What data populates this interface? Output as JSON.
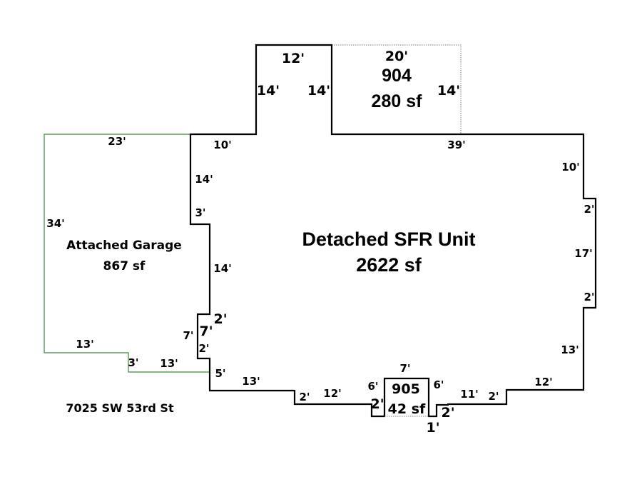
{
  "areas": {
    "main": {
      "name": "Detached SFR Unit",
      "area": "2622 sf"
    },
    "garage": {
      "name": "Attached Garage",
      "area": "867 sf"
    },
    "addition_904": {
      "code": "904",
      "area": "280 sf"
    },
    "addition_905": {
      "code": "905",
      "area": "42 sf"
    }
  },
  "address": "7025 SW 53rd St",
  "dimensions": {
    "main_bump_top": "12'",
    "main_bump_left": "14'",
    "main_bump_right": "14'",
    "a904_top": "20'",
    "a904_right": "14'",
    "main_top_left": "10'",
    "main_top_right": "39'",
    "main_right_upper": "10'",
    "main_right_notch_a": "2'",
    "main_right_mid": "17'",
    "main_right_notch_b": "2'",
    "main_right_lower": "13'",
    "main_bottom_right": "12'",
    "main_bottom_step": "2'",
    "main_bottom_mid_right": "11'",
    "main_bottom_small_a": "2'",
    "main_bottom_small_b": "1'",
    "a905_top": "7'",
    "a905_right": "6'",
    "a905_left": "6'",
    "a905_small": "2'",
    "main_bottom_mid_left": "12'",
    "main_bottom_step_left": "2'",
    "main_bottom_left": "13'",
    "main_left_lower_step": "5'",
    "main_left_notch_a": "2'",
    "main_left_notch_b": "7'",
    "main_left_notch_c": "2'",
    "main_left_notch_d": "7'",
    "main_left_mid": "14'",
    "main_left_step": "3'",
    "main_left_upper": "14'",
    "garage_top": "23'",
    "garage_left": "34'",
    "garage_bottom_left": "13'",
    "garage_bottom_step": "3'",
    "garage_bottom_right": "13'"
  },
  "colors": {
    "main_outline": "#000000",
    "garage_outline": "#3a8a3a",
    "addition_outline": "#000000"
  }
}
